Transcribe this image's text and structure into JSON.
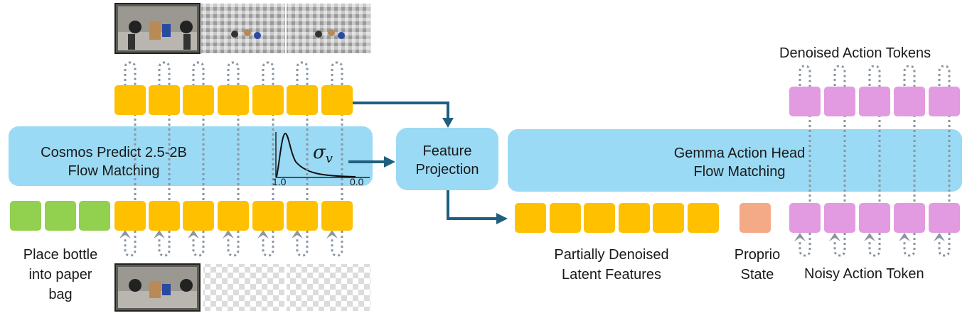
{
  "colors": {
    "latent_token": "#ffc000",
    "text_token": "#92d050",
    "action_token": "#e29be0",
    "proprio_token": "#f4a987",
    "block": "#9adaf5",
    "arrow": "#1f5f7f",
    "loop": "#8a96a0"
  },
  "cosmos": {
    "line1": "Cosmos Predict 2.5-2B",
    "line2": "Flow Matching",
    "sigma_symbol": "σ",
    "sigma_subscript": "v",
    "axis_left": "1.0",
    "axis_right": "0.0"
  },
  "projection": {
    "line1": "Feature",
    "line2": "Projection"
  },
  "gemma": {
    "line1": "Gemma Action Head",
    "line2": "Flow Matching"
  },
  "instruction": {
    "line1": "Place bottle",
    "line2": "into paper",
    "line3": "bag"
  },
  "labels": {
    "denoised_actions": "Denoised Action Tokens",
    "partial_line1": "Partially Denoised",
    "partial_line2": "Latent Features",
    "proprio_line1": "Proprio",
    "proprio_line2": "State",
    "noisy_action": "Noisy Action Token"
  },
  "images": {
    "robot_scene": "robot-scene-image",
    "noisy_frame": "noisy-frame-image",
    "masked_frame": "masked-frame-image"
  }
}
